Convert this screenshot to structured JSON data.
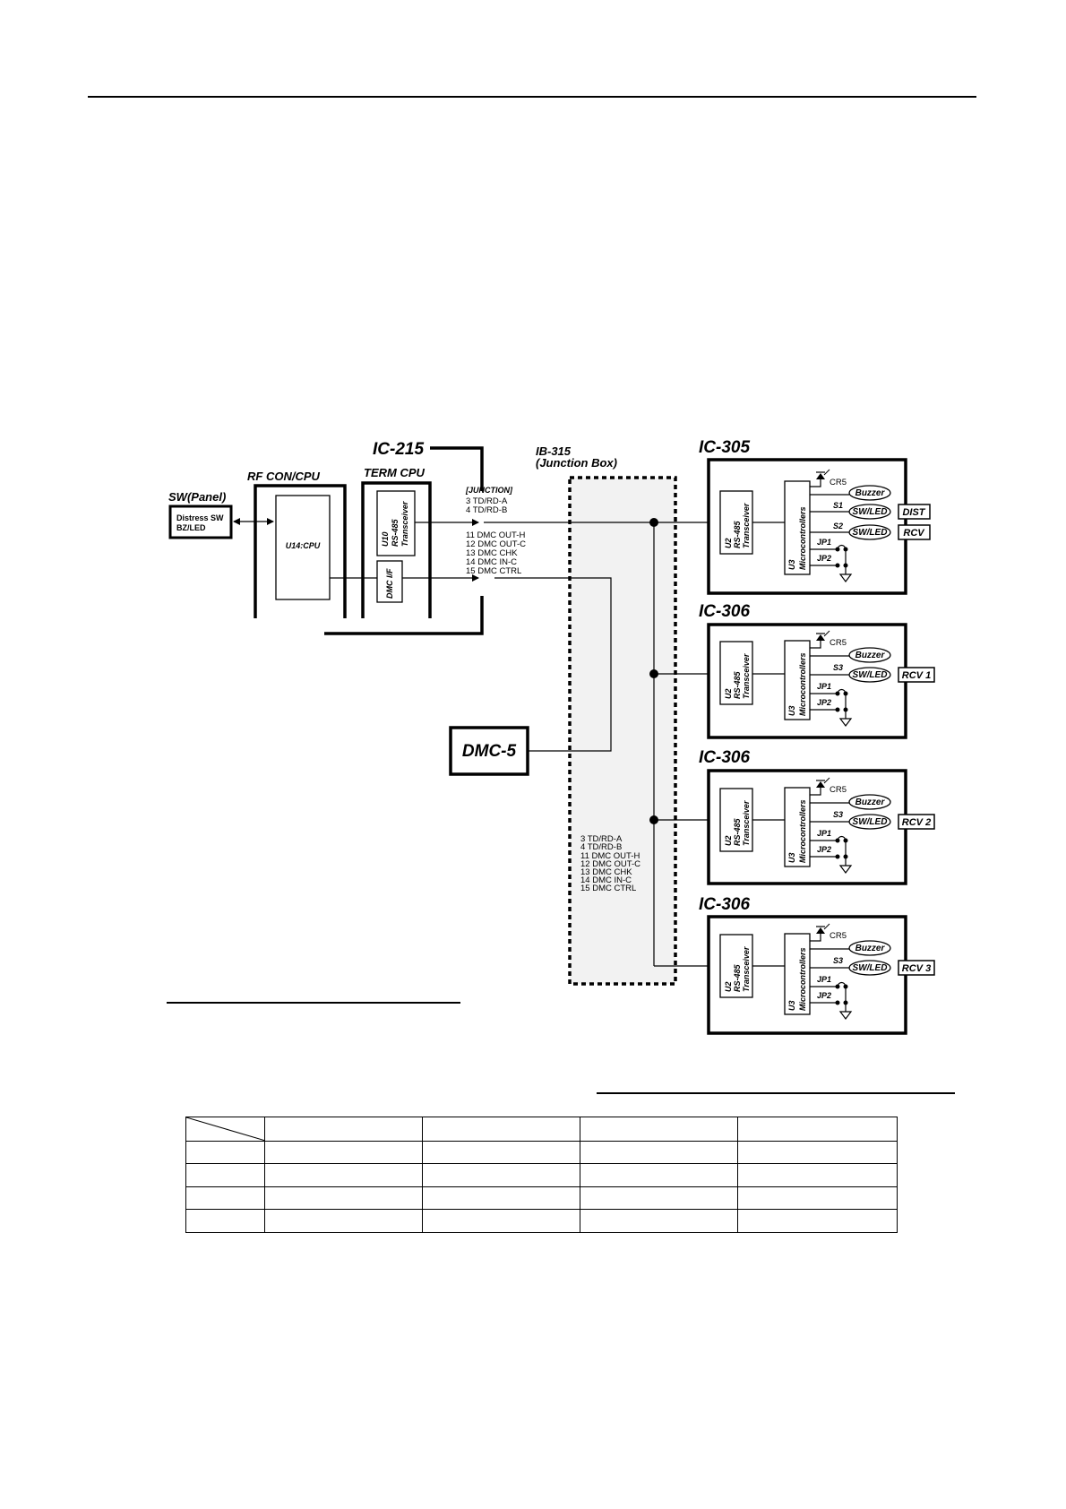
{
  "diagram": {
    "ic215": {
      "title": "IC-215",
      "rf_con_cpu": "RF CON/CPU",
      "term_cpu": "TERM CPU",
      "cpu": "U14:CPU",
      "u10_line1": "U10",
      "u10_line2": "RS-485",
      "u10_line3": "Transceiver",
      "dmc_if": "DMC I/F"
    },
    "sw_panel": {
      "title": "SW(Panel)",
      "line1": "Distress SW",
      "line2": "BZ/LED"
    },
    "junction": {
      "header": "[JUNCTION]",
      "pins_top": [
        "3   TD/RD-A",
        "4   TD/RD-B"
      ],
      "pins_bottom": [
        "11  DMC OUT-H",
        "12  DMC OUT-C",
        "13  DMC CHK",
        "14  DMC IN-C",
        "15  DMC CTRL"
      ]
    },
    "ib315": {
      "title_line1": "IB-315",
      "title_line2": "(Junction Box)",
      "pins": [
        "3   TD/RD-A",
        "4   TD/RD-B",
        "11  DMC OUT-H",
        "12  DMC OUT-C",
        "13  DMC CHK",
        "14  DMC IN-C",
        "15  DMC CTRL"
      ]
    },
    "dmc5": {
      "title": "DMC-5"
    },
    "unit_common": {
      "u2_line1": "U2",
      "u2_line2": "RS-485",
      "u2_line3": "Transceiver",
      "u3_line1": "U3",
      "u3_line2": "Microcontrollers",
      "cr5": "CR5",
      "buzzer": "Buzzer",
      "swled": "SW/LED",
      "jp1": "JP1",
      "jp2": "JP2"
    },
    "units": [
      {
        "title": "IC-305",
        "switches": [
          {
            "s": "S1",
            "out": "DIST"
          },
          {
            "s": "S2",
            "out": "RCV"
          }
        ]
      },
      {
        "title": "IC-306",
        "switches": [
          {
            "s": "S3",
            "out": "RCV 1"
          }
        ]
      },
      {
        "title": "IC-306",
        "switches": [
          {
            "s": "S3",
            "out": "RCV 2"
          }
        ]
      },
      {
        "title": "IC-306",
        "switches": [
          {
            "s": "S3",
            "out": "RCV 3"
          }
        ]
      }
    ]
  },
  "colors": {
    "ink": "#000000",
    "junction_fill": "#f2f2f2"
  },
  "table": {
    "rows": 5,
    "cols": 5
  }
}
